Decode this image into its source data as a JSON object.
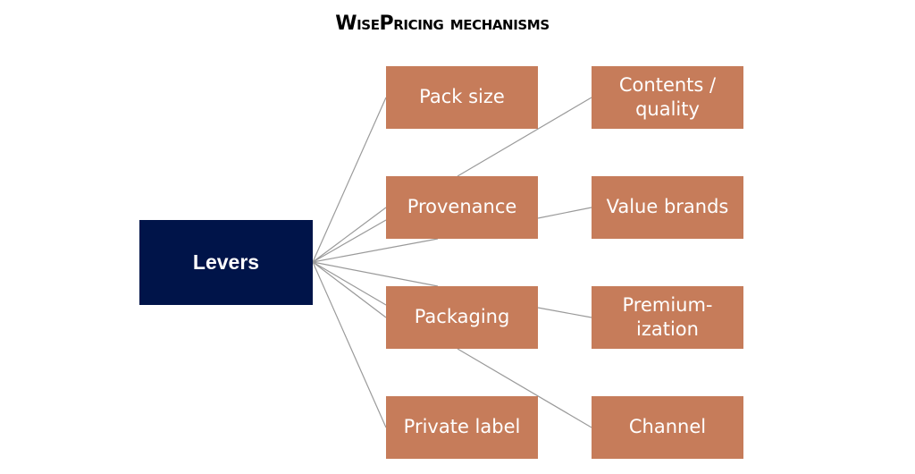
{
  "title": "WisePricing mechanisms",
  "root": {
    "label": "Levers"
  },
  "levers_col1": [
    {
      "label": "Pack size"
    },
    {
      "label": "Provenance"
    },
    {
      "label": "Packaging"
    },
    {
      "label": "Private label"
    }
  ],
  "levers_col2": [
    {
      "label": "Contents / quality"
    },
    {
      "label": "Value brands"
    },
    {
      "label": "Premium-ization"
    },
    {
      "label": "Channel"
    }
  ],
  "colors": {
    "root_fill": "#001449",
    "lever_fill": "#c67c5a",
    "connector": "#9a9a9a",
    "text_on_box": "#ffffff"
  }
}
